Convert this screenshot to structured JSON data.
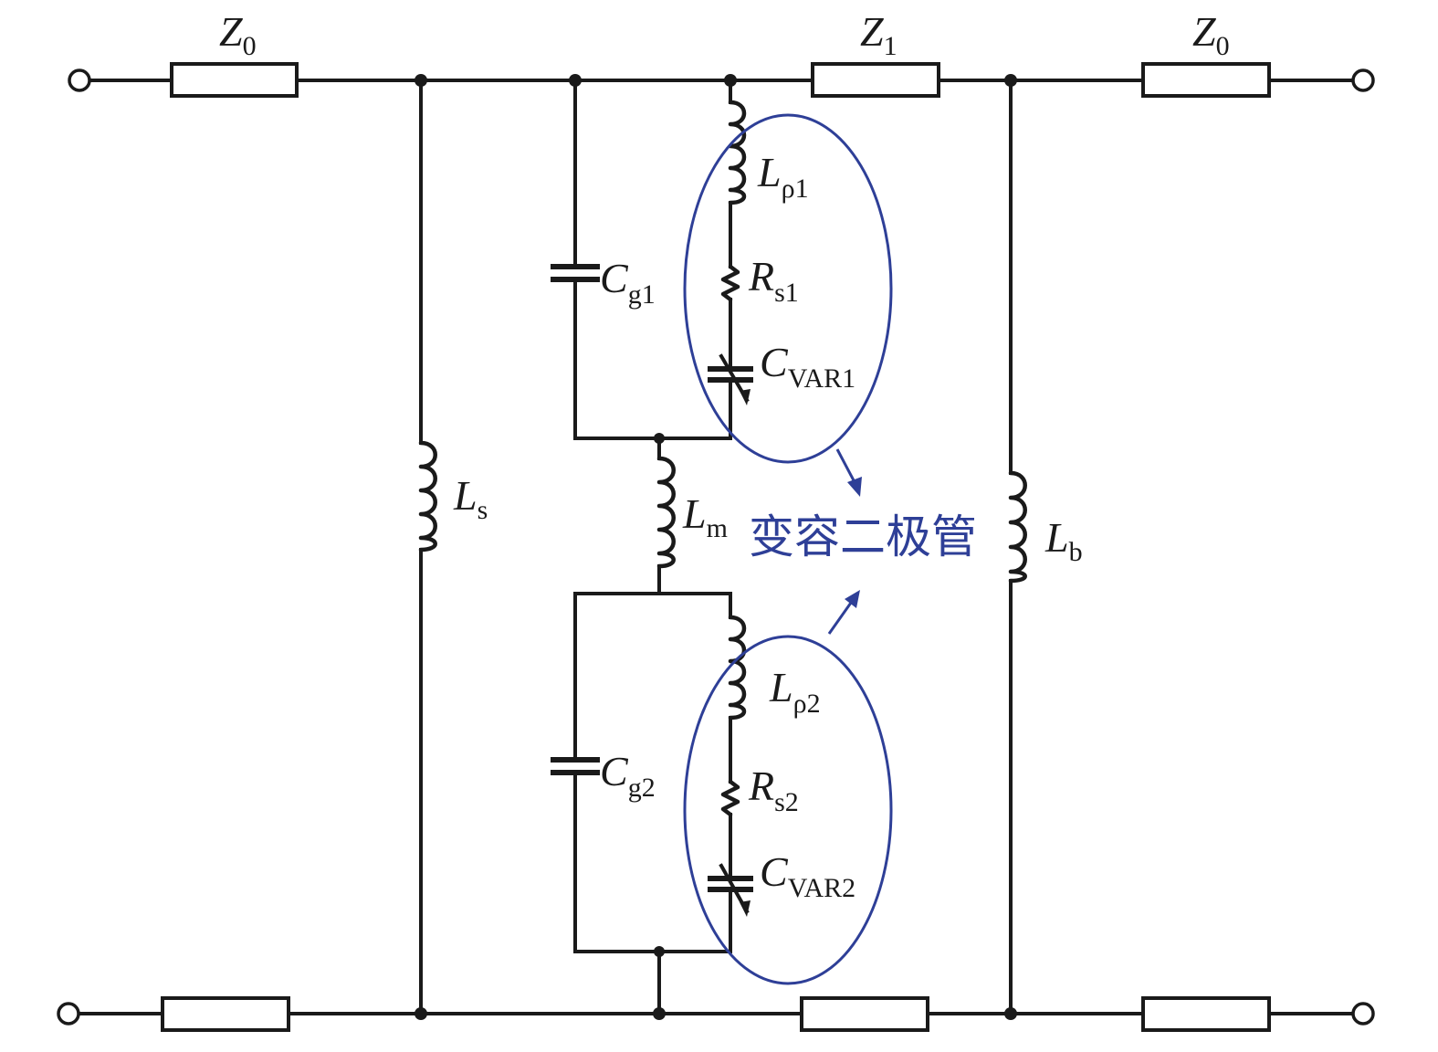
{
  "labels": {
    "z0_left": {
      "main": "Z",
      "sub": "0"
    },
    "z1": {
      "main": "Z",
      "sub": "1"
    },
    "z0_right": {
      "main": "Z",
      "sub": "0"
    },
    "ls": {
      "main": "L",
      "sub": "s"
    },
    "lm": {
      "main": "L",
      "sub": "m"
    },
    "lb": {
      "main": "L",
      "sub": "b"
    },
    "cg1": {
      "main": "C",
      "sub": "g1"
    },
    "cg2": {
      "main": "C",
      "sub": "g2"
    },
    "lp1": {
      "main": "L",
      "sub": "ρ1"
    },
    "lp2": {
      "main": "L",
      "sub": "ρ2"
    },
    "rs1": {
      "main": "R",
      "sub": "s1"
    },
    "rs2": {
      "main": "R",
      "sub": "s2"
    },
    "cvar1": {
      "main": "C",
      "sub": "VAR1"
    },
    "cvar2": {
      "main": "C",
      "sub": "VAR2"
    }
  },
  "annotation": "变容二极管",
  "colors": {
    "wire": "#1a1a1a",
    "annotation": "#2e3f97"
  }
}
